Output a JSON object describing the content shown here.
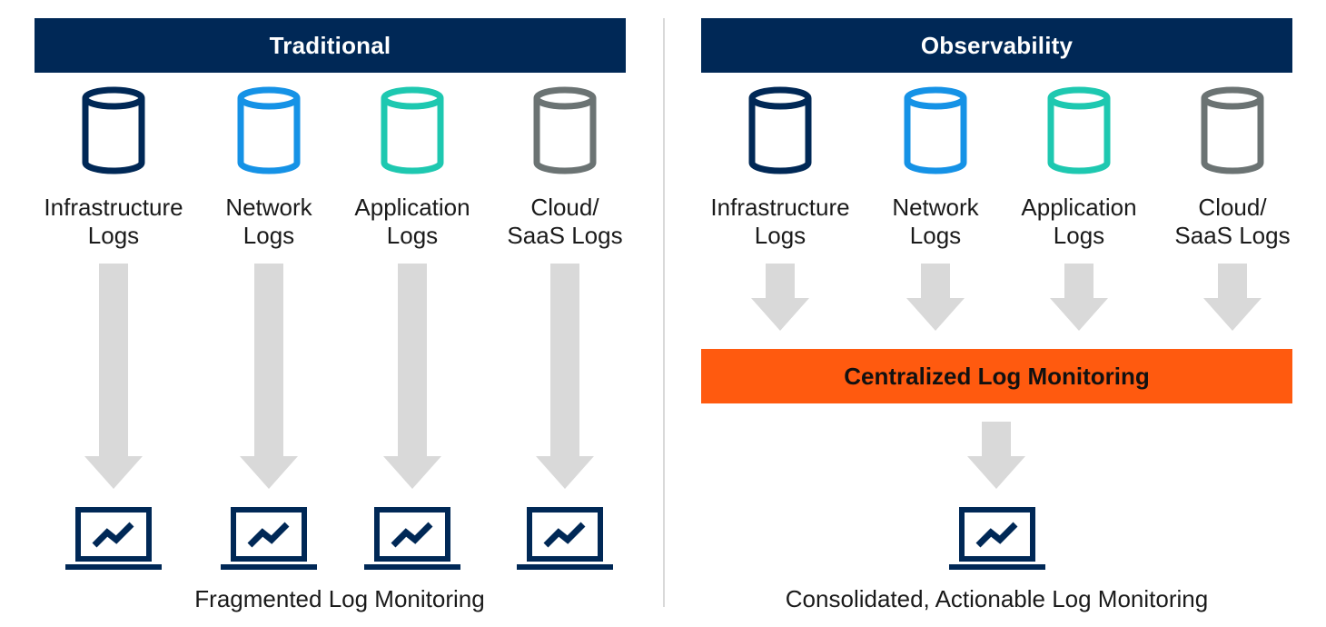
{
  "traditional": {
    "title": "Traditional",
    "sources": [
      {
        "label": "Infrastructure\nLogs",
        "color": "#002856"
      },
      {
        "label": "Network\nLogs",
        "color": "#1592e6"
      },
      {
        "label": "Application\nLogs",
        "color": "#1ec8b0"
      },
      {
        "label": "Cloud/\nSaaS Logs",
        "color": "#6b7373"
      }
    ],
    "caption": "Fragmented Log Monitoring"
  },
  "observability": {
    "title": "Observability",
    "sources": [
      {
        "label": "Infrastructure\nLogs",
        "color": "#002856"
      },
      {
        "label": "Network\nLogs",
        "color": "#1592e6"
      },
      {
        "label": "Application\nLogs",
        "color": "#1ec8b0"
      },
      {
        "label": "Cloud/\nSaaS Logs",
        "color": "#6b7373"
      }
    ],
    "central_label": "Centralized Log Monitoring",
    "caption": "Consolidated, Actionable Log Monitoring"
  },
  "colors": {
    "header_bg": "#002856",
    "central_bg": "#ff5a0f",
    "arrow": "#d9d9d9",
    "laptop": "#002856"
  }
}
